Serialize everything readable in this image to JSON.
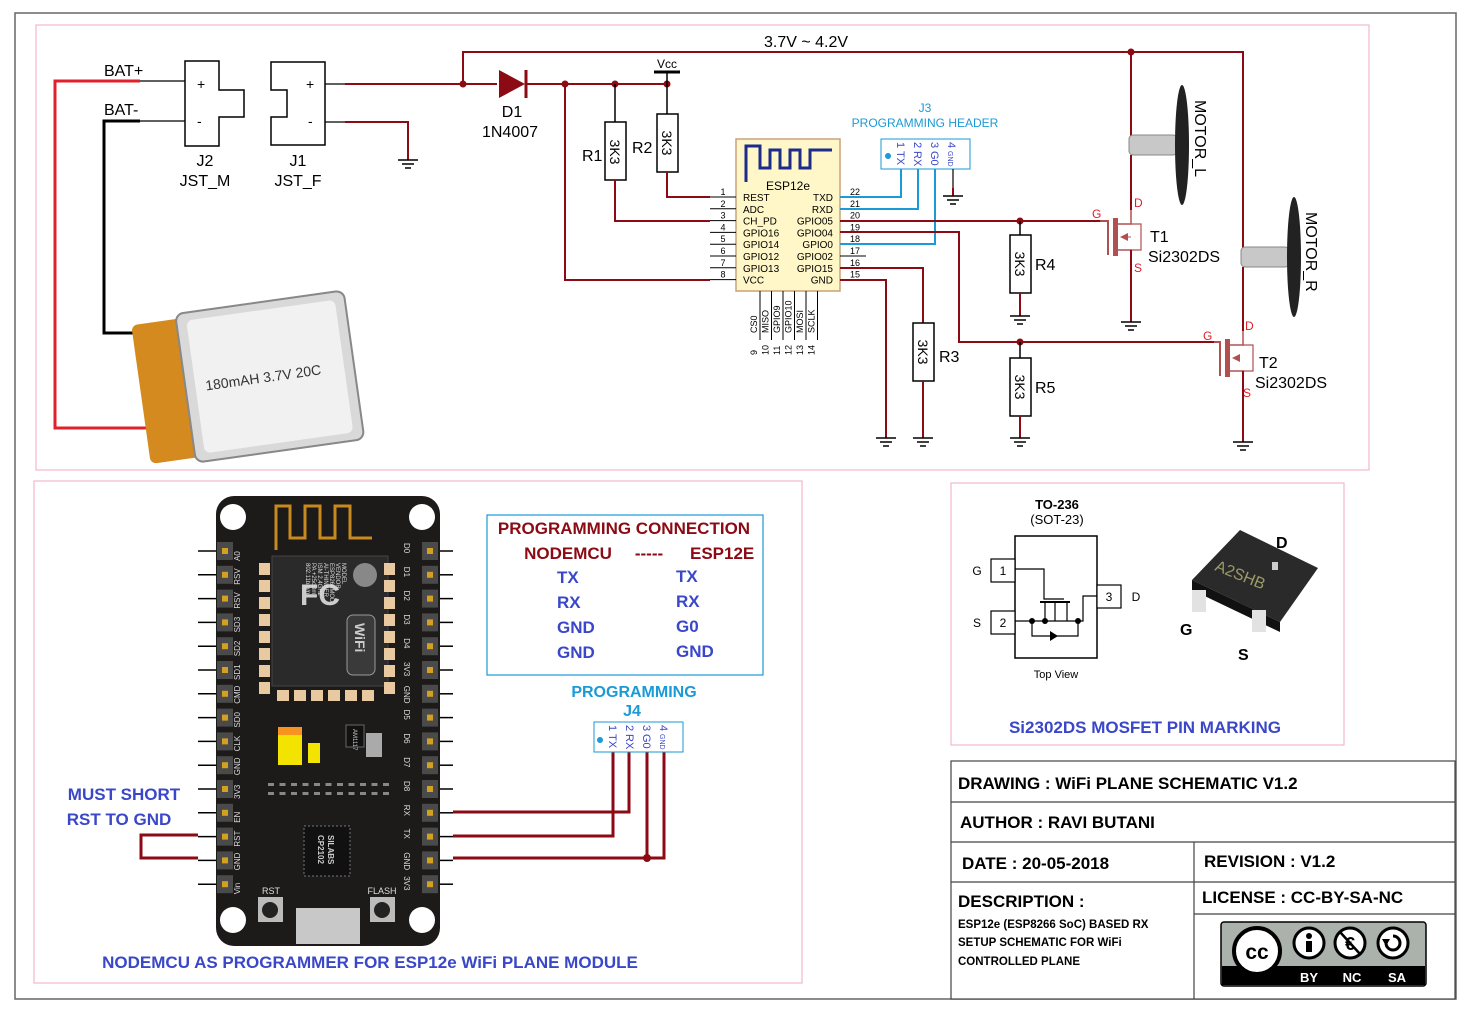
{
  "colors": {
    "wire": "#8b0a14",
    "signal": "#1a9ad6",
    "pink_border": "#f2b8cf",
    "label_blue": "#3a47c8",
    "label_maroon": "#8b0a14",
    "module_fill": "#fff7c8",
    "module_border": "#c9a27a",
    "mosfet_label": "#e0202a"
  },
  "schematic": {
    "voltage_label": "3.7V ~ 4.2V",
    "bat_plus": "BAT+",
    "bat_minus": "BAT-",
    "battery_marking": "180mAH 3.7V 20C",
    "j2": {
      "ref": "J2",
      "value": "JST_M",
      "plus": "+",
      "minus": "-"
    },
    "j1": {
      "ref": "J1",
      "value": "JST_F",
      "plus": "+",
      "minus": "-"
    },
    "d1": {
      "ref": "D1",
      "value": "1N4007"
    },
    "vcc": "Vcc",
    "r1": {
      "ref": "R1",
      "value": "3K3"
    },
    "r2": {
      "ref": "R2",
      "value": "3K3"
    },
    "r3": {
      "ref": "R3",
      "value": "3K3"
    },
    "r4": {
      "ref": "R4",
      "value": "3K3"
    },
    "r5": {
      "ref": "R5",
      "value": "3K3"
    },
    "esp": {
      "name": "ESP12e",
      "left_pins": [
        {
          "num": "1",
          "name": "REST"
        },
        {
          "num": "2",
          "name": "ADC"
        },
        {
          "num": "3",
          "name": "CH_PD"
        },
        {
          "num": "4",
          "name": "GPIO16"
        },
        {
          "num": "5",
          "name": "GPIO14"
        },
        {
          "num": "6",
          "name": "GPIO12"
        },
        {
          "num": "7",
          "name": "GPIO13"
        },
        {
          "num": "8",
          "name": "VCC"
        }
      ],
      "right_pins": [
        {
          "num": "22",
          "name": "TXD"
        },
        {
          "num": "21",
          "name": "RXD"
        },
        {
          "num": "20",
          "name": "GPIO05"
        },
        {
          "num": "19",
          "name": "GPIO04"
        },
        {
          "num": "18",
          "name": "GPIO0"
        },
        {
          "num": "17",
          "name": "GPIO02"
        },
        {
          "num": "16",
          "name": "GPIO15"
        },
        {
          "num": "15",
          "name": "GND"
        }
      ],
      "bottom_pins": [
        {
          "num": "9",
          "name": "CS0"
        },
        {
          "num": "10",
          "name": "MISO"
        },
        {
          "num": "11",
          "name": "GPIO9"
        },
        {
          "num": "12",
          "name": "GPIO10"
        },
        {
          "num": "13",
          "name": "MOSI"
        },
        {
          "num": "14",
          "name": "SCLK"
        }
      ]
    },
    "j3": {
      "ref": "J3",
      "title": "PROGRAMMING HEADER",
      "pins": [
        {
          "num": "1",
          "name": "TX"
        },
        {
          "num": "2",
          "name": "RX"
        },
        {
          "num": "3",
          "name": "G0"
        },
        {
          "num": "4",
          "name": "GND"
        }
      ]
    },
    "t1": {
      "ref": "T1",
      "value": "Si2302DS",
      "g": "G",
      "d": "D",
      "s": "S"
    },
    "t2": {
      "ref": "T2",
      "value": "Si2302DS",
      "g": "G",
      "d": "D",
      "s": "S"
    },
    "motor_l": "MOTOR_L",
    "motor_r": "MOTOR_R"
  },
  "nodemcu": {
    "left_pins": [
      "A0",
      "RSV",
      "RSV",
      "SD3",
      "SD2",
      "SD1",
      "CMD",
      "SD0",
      "CLK",
      "GND",
      "3V3",
      "EN",
      "RST",
      "GND",
      "Vin"
    ],
    "right_pins": [
      "D0",
      "D1",
      "D2",
      "D3",
      "D4",
      "3V3",
      "GND",
      "D5",
      "D6",
      "D7",
      "D8",
      "RX",
      "TX",
      "GND",
      "3V3"
    ],
    "module_text": [
      "MODEL",
      "VENDOR",
      "ESP8266MOD",
      "AI-THINKER",
      "ISM 2.4GHz",
      "PA +25dBm",
      "802.11b/g/n"
    ],
    "wifi_logo": "WiFi",
    "fcc_logo": "FC",
    "usb_chip": [
      "SILABS",
      "CP2102"
    ],
    "regulator": "AM1117",
    "rst_label": "RST",
    "flash_label": "FLASH",
    "must_short": [
      "MUST SHORT",
      "RST TO GND"
    ],
    "caption": "NODEMCU AS PROGRAMMER FOR ESP12e WiFi PLANE MODULE"
  },
  "connection_table": {
    "title": "PROGRAMMING CONNECTION",
    "header_left": "NODEMCU",
    "header_sep": "-----",
    "header_right": "ESP12E",
    "rows": [
      {
        "nodemcu": "TX",
        "esp": "TX"
      },
      {
        "nodemcu": "RX",
        "esp": "RX"
      },
      {
        "nodemcu": "GND",
        "esp": "G0"
      },
      {
        "nodemcu": "GND",
        "esp": "GND"
      }
    ]
  },
  "j4": {
    "title": "PROGRAMMING",
    "ref": "J4",
    "pins": [
      {
        "num": "1",
        "name": "TX"
      },
      {
        "num": "2",
        "name": "RX"
      },
      {
        "num": "3",
        "name": "G0"
      },
      {
        "num": "4",
        "name": "GND"
      }
    ]
  },
  "mosfet_pinout": {
    "package": "TO-236",
    "package_alt": "(SOT-23)",
    "pins": [
      {
        "num": "1",
        "name": "G"
      },
      {
        "num": "2",
        "name": "S"
      },
      {
        "num": "3",
        "name": "D"
      }
    ],
    "view": "Top View",
    "chip_marking": "A2SHB",
    "photo_labels": {
      "d": "D",
      "g": "G",
      "s": "S"
    },
    "caption": "Si2302DS MOSFET PIN MARKING"
  },
  "title_block": {
    "drawing": "DRAWING : WiFi PLANE SCHEMATIC V1.2",
    "author": "AUTHOR : RAVI BUTANI",
    "date": "DATE : 20-05-2018",
    "revision": "REVISION : V1.2",
    "description_label": "DESCRIPTION :",
    "description_lines": [
      "ESP12e (ESP8266 SoC) BASED RX",
      "SETUP SCHEMATIC FOR WiFi",
      "CONTROLLED PLANE"
    ],
    "license": "LICENSE : CC-BY-SA-NC",
    "cc_badge": {
      "cc": "cc",
      "labels": [
        "BY",
        "NC",
        "SA"
      ]
    }
  }
}
